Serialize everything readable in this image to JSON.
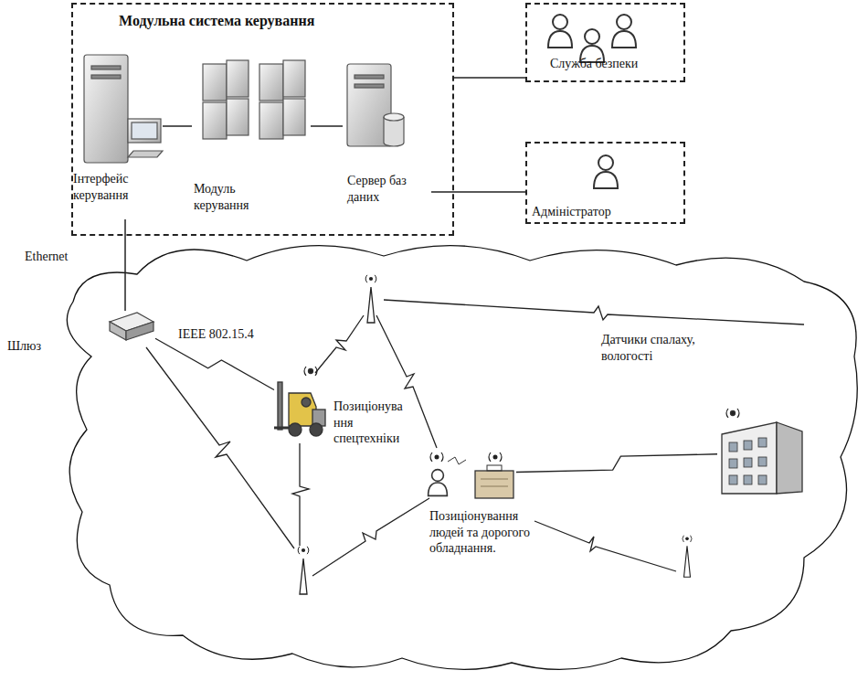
{
  "diagram": {
    "nodes": [
      {
        "text": [
          "Модульна система керування"
        ]
      },
      {
        "text": [
          "Інтерфейс керування"
        ],
        "in": 0
      },
      {
        "text": [
          "Модуль керування"
        ],
        "in": 0
      },
      {
        "text": [
          "Сервер баз даних"
        ],
        "in": 0
      },
      {
        "text": [
          "Служба безпеки"
        ]
      },
      {
        "text": [
          "Адміністратор"
        ]
      },
      {
        "text": [
          "Шлюз"
        ]
      },
      {
        "text": [
          "Позиціонува ння спецтехніки"
        ]
      },
      {
        "text": [
          "Позиціонування людей та дорогого обладнання."
        ]
      },
      {
        "text": [
          "Датчики спалаху, вологості"
        ]
      }
    ],
    "edges": [
      {
        "from": 1,
        "to": 2,
        "arrow": "none"
      },
      {
        "from": 2,
        "to": 3,
        "arrow": "none"
      },
      {
        "from": 0,
        "to": 4,
        "arrow": "none"
      },
      {
        "from": 3,
        "to": 5,
        "arrow": "none"
      },
      {
        "from": 1,
        "to": 6,
        "arrow": "none"
      },
      {
        "from": 6,
        "to": 7,
        "arrow": "none"
      },
      {
        "from": 8,
        "to": 9,
        "arrow": "none"
      }
    ],
    "labels": [
      "Ethernet",
      "IEEE 802.15.4"
    ]
  }
}
